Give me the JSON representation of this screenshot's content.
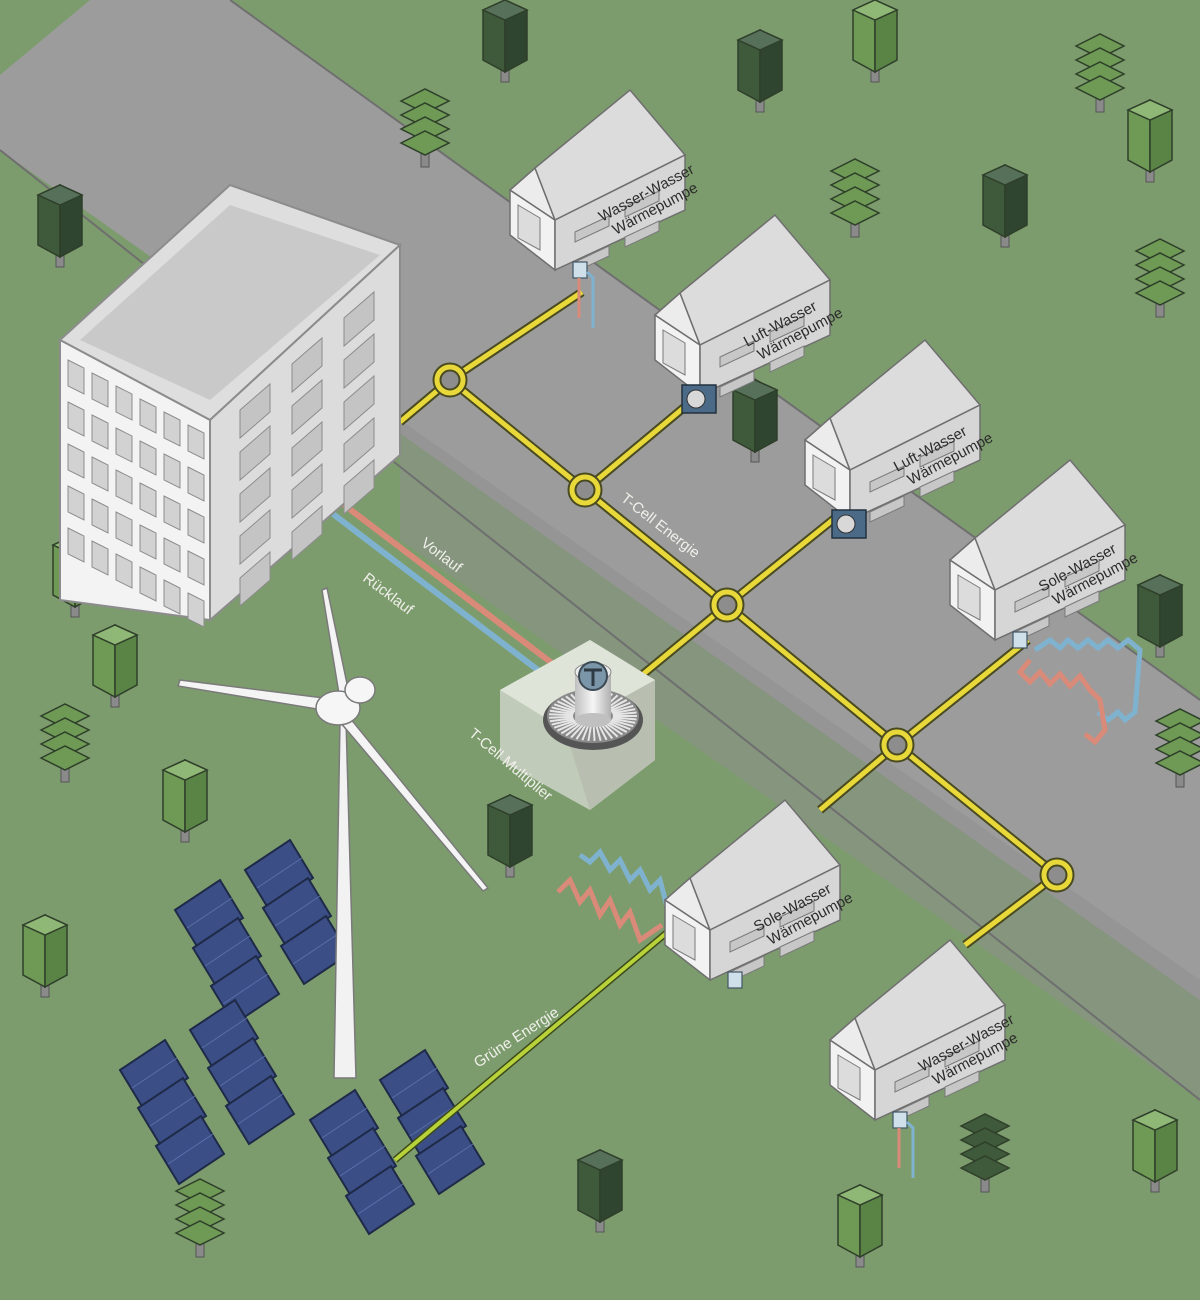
{
  "colors": {
    "grass": "#7d9c6e",
    "road": "#9c9c9c",
    "road_dark": "#8a8a8a",
    "network": "#e8d83a",
    "network_outline": "#4a4a20",
    "green_line": "#b8d23a",
    "supply_red": "#d98a78",
    "return_blue": "#7fb2cf",
    "building_front": "#f2f2f2",
    "building_side": "#d6d6d6",
    "roof": "#dcdcdc",
    "solar": "#3b4f86",
    "tree_light": "#6e9a55",
    "tree_dark": "#3f5a3a"
  },
  "houses": [
    {
      "line1": "Wasser-Wasser",
      "line2": "Wärmepumpe",
      "pump": "water-water"
    },
    {
      "line1": "Luft-Wasser",
      "line2": "Wärmepumpe",
      "pump": "air-water"
    },
    {
      "line1": "Luft-Wasser",
      "line2": "Wärmepumpe",
      "pump": "air-water"
    },
    {
      "line1": "Sole-Wasser",
      "line2": "Wärmepumpe",
      "pump": "brine-water"
    },
    {
      "line1": "Sole-Wasser",
      "line2": "Wärmepumpe",
      "pump": "brine-water"
    },
    {
      "line1": "Wasser-Wasser",
      "line2": "Wärmepumpe",
      "pump": "water-water"
    }
  ],
  "labels": {
    "network": "T-Cell Energie",
    "multiplier": "T-Cell Multiplier",
    "supply": "Vorlauf",
    "return": "Rücklauf",
    "green": "Grüne Energie"
  },
  "icons": {
    "multiplier_logo": "t-cell-logo-icon",
    "wind": "wind-turbine-icon",
    "solar": "solar-panel-icon",
    "tree": "tree-icon"
  }
}
